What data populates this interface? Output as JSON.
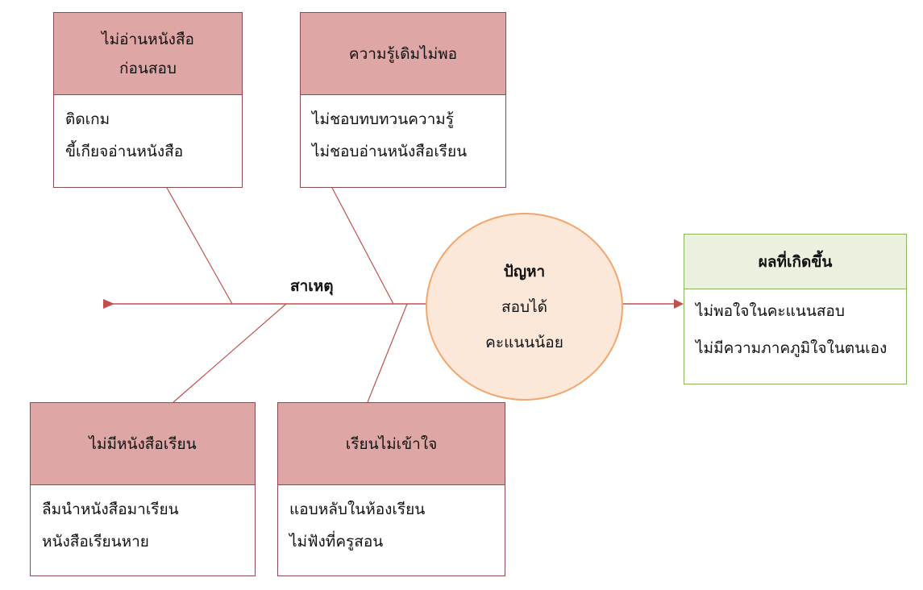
{
  "causes": [
    {
      "title_lines": [
        "ไม่อ่านหนังสือ",
        "ก่อนสอบ"
      ],
      "details": [
        "ติดเกม",
        "ขี้เกียจอ่านหนังสือ"
      ]
    },
    {
      "title_lines": [
        "ความรู้เดิมไม่พอ"
      ],
      "details": [
        "ไม่ชอบทบทวนความรู้",
        "ไม่ชอบอ่านหนังสือเรียน"
      ]
    },
    {
      "title_lines": [
        "ไม่มีหนังสือเรียน"
      ],
      "details": [
        "ลืมนำหนังสือมาเรียน",
        "หนังสือเรียนหาย"
      ]
    },
    {
      "title_lines": [
        "เรียนไม่เข้าใจ"
      ],
      "details": [
        "แอบหลับในห้องเรียน",
        "ไม่ฟังที่ครูสอน"
      ]
    }
  ],
  "spine_label": "สาเหตุ",
  "problem": {
    "title": "ปัญหา",
    "lines": [
      "สอบได้",
      "คะแนนน้อย"
    ]
  },
  "effect": {
    "title": "ผลที่เกิดขึ้น",
    "items": [
      "ไม่พอใจในคะแนนสอบ",
      "ไม่มีความภาคภูมิใจในตนเอง"
    ]
  },
  "colors": {
    "line": "#c0504d",
    "cause_header_fill": "#dfa6a6",
    "cause_border": "#8a4a50",
    "problem_fill": "#fce8d8",
    "problem_border": "#f2a56c",
    "effect_header_fill": "#ebf1de",
    "effect_border": "#8ab561"
  }
}
